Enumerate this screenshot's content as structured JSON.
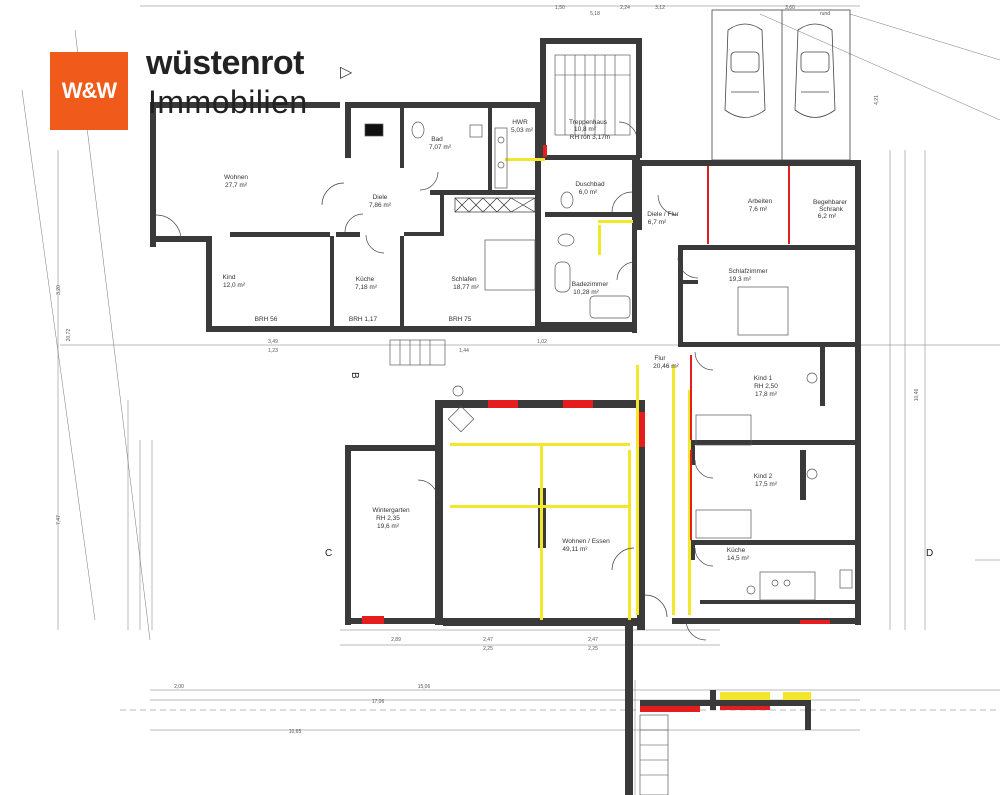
{
  "brand": {
    "logo_text": "W&W",
    "name": "wüstenrot",
    "subtitle": "Immobilien",
    "mark": "▷"
  },
  "rooms": {
    "wohnen": {
      "name": "Wohnen",
      "area": "27,7 m²"
    },
    "diele": {
      "name": "Diele",
      "area": "7,86 m²"
    },
    "bad": {
      "name": "Bad",
      "area": "7,07 m²"
    },
    "hwr": {
      "name": "HWR",
      "area": "5,03 m²"
    },
    "treppenhaus": {
      "name": "Treppenhaus",
      "area": "10,8 m²",
      "extra": "RH roh 3,17m"
    },
    "duschbad": {
      "name": "Duschbad",
      "area": "6,0 m²"
    },
    "kind_small": {
      "name": "Kind",
      "area": "12,0 m²"
    },
    "kueche_small": {
      "name": "Küche",
      "area": "7,18 m²"
    },
    "schlafen": {
      "name": "Schlafen",
      "area": "18,77 m²"
    },
    "badezimmer": {
      "name": "Badezimmer",
      "area": "10,28 m²"
    },
    "diele_flur": {
      "name": "Diele / Flur",
      "area": "6,7 m²"
    },
    "arbeiten": {
      "name": "Arbeiten",
      "area": "7,6 m²"
    },
    "begehbarer": {
      "name": "Begehbarer",
      "name2": "Schrank",
      "area": "6,2 m²"
    },
    "schlafzimmer": {
      "name": "Schlafzimmer",
      "area": "19,3 m²"
    },
    "flur": {
      "name": "Flur",
      "area": "20,46 m²"
    },
    "kind1": {
      "name": "Kind 1",
      "extra": "RH 2,50",
      "area": "17,8 m²"
    },
    "kind2": {
      "name": "Kind 2",
      "area": "17,5 m²"
    },
    "kueche_large": {
      "name": "Küche",
      "area": "14,5 m²"
    },
    "wintergarten": {
      "name": "Wintergarten",
      "extra": "RH 2,35",
      "area": "19,6 m²"
    },
    "wohnen_essen": {
      "name": "Wohnen / Essen",
      "area": "49,11 m²"
    }
  },
  "labels": {
    "brh56": "BRH 56",
    "brh117": "BRH 1,17",
    "brh75": "BRH 75",
    "section_b": "B",
    "section_c": "C",
    "section_d": "D"
  },
  "dims": {
    "top1": "1,50",
    "top2": "5,18",
    "top3": "2,24",
    "top4": "3,12",
    "top5": "3,60",
    "top6": "rund",
    "mid1": "3,49",
    "mid2": "1,23",
    "mid3": "1,44",
    "mid4": "1,02",
    "b1": "2,89",
    "b2": "2,47",
    "b3": "2,25",
    "b4": "2,47",
    "b5": "2,25",
    "l1": "2,00",
    "l2": "15,06",
    "l3": "17,06",
    "l4": "10,65",
    "v1": "20,72",
    "v2": "3,20",
    "v3": "7,47",
    "v4": "4,21",
    "v5": "10,46"
  }
}
